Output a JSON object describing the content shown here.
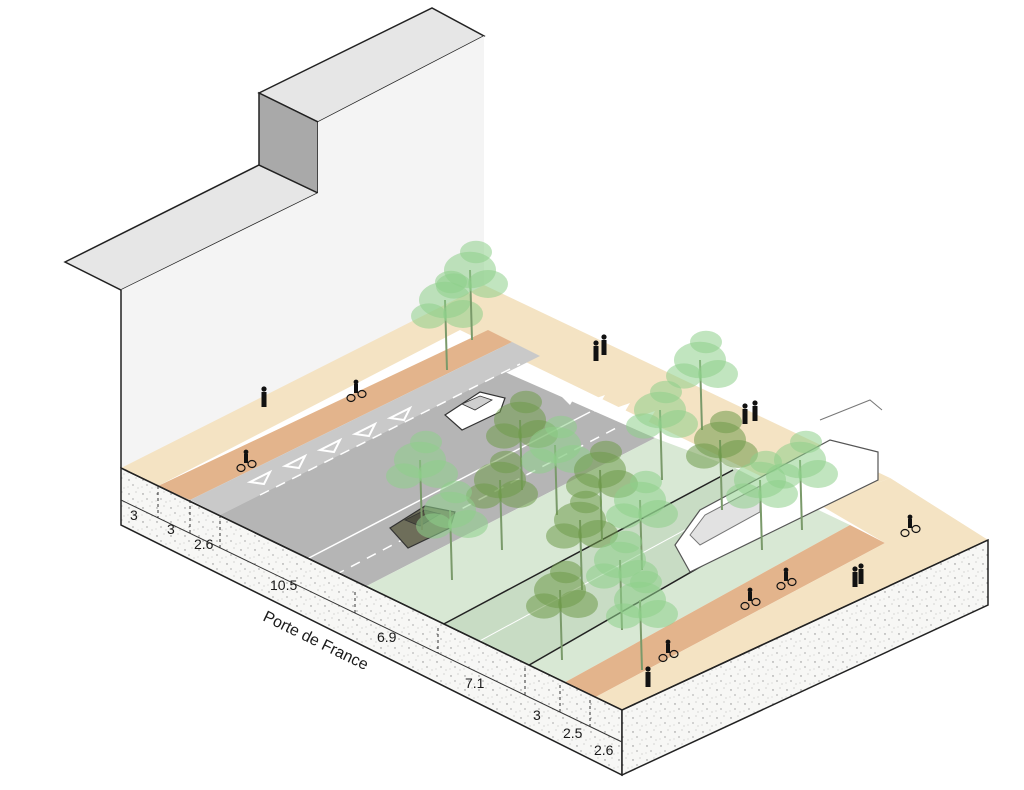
{
  "street_name": "Porte de France",
  "dimensions": [
    "3",
    "3",
    "2.6",
    "10.5",
    "6.9",
    "7.1",
    "3",
    "2.5",
    "2.6"
  ],
  "colors": {
    "sidewalk": "#f4e3c3",
    "bike_lane": "#e3b48c",
    "road": "#b5b5b5",
    "planting": "#d8e8d4",
    "tramway": "#c8dcc4",
    "tree_light": "#8ed08a",
    "tree_dark": "#6f9a4a",
    "soil": "#f6f6f4",
    "building": "#f2f2f2"
  }
}
